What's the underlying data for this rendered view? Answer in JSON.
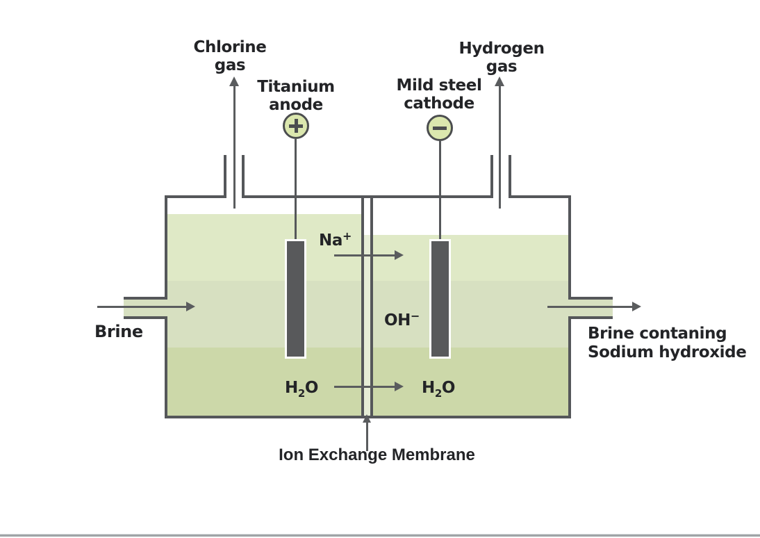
{
  "diagram": {
    "description": "Membrane cell for electrolysis of brine (chlor-alkali process)",
    "labels": {
      "chlorine_gas": {
        "line1": "Chlorine",
        "line2": "gas"
      },
      "titanium_anode": {
        "line1": "Titanium",
        "line2": "anode"
      },
      "mild_steel_cathode": {
        "line1": "Mild steel",
        "line2": "cathode"
      },
      "hydrogen_gas": {
        "line1": "Hydrogen",
        "line2": "gas"
      },
      "brine_inlet": "Brine",
      "outlet": {
        "line1": "Brine contaning",
        "line2": "Sodium hydroxide"
      },
      "membrane": "Ion Exchange Membrane"
    },
    "species": {
      "sodium_ion": {
        "base": "Na",
        "sup": "+"
      },
      "hydroxide_ion": {
        "base": "OH",
        "sup": "−"
      },
      "water_left": {
        "pre": "H",
        "sub": "2",
        "post": "O"
      },
      "water_right": {
        "pre": "H",
        "sub": "2",
        "post": "O"
      }
    },
    "icons": {
      "anode_terminal": "plus-icon",
      "cathode_terminal": "minus-icon"
    },
    "colors": {
      "line_gray": "#55575a",
      "arrow_gray": "#5a5c5e",
      "electrode_gray": "#58595b",
      "terminal_fill_green": "#dbe7ae",
      "text_dark": "#232427",
      "liquid_band_top": "#dfe9c6",
      "liquid_band_middle": "#d7e0c1",
      "liquid_band_bottom": "#ccd8a9",
      "membrane_strip": "#e6edd6",
      "bottom_divider": "#9fa4a7"
    }
  }
}
